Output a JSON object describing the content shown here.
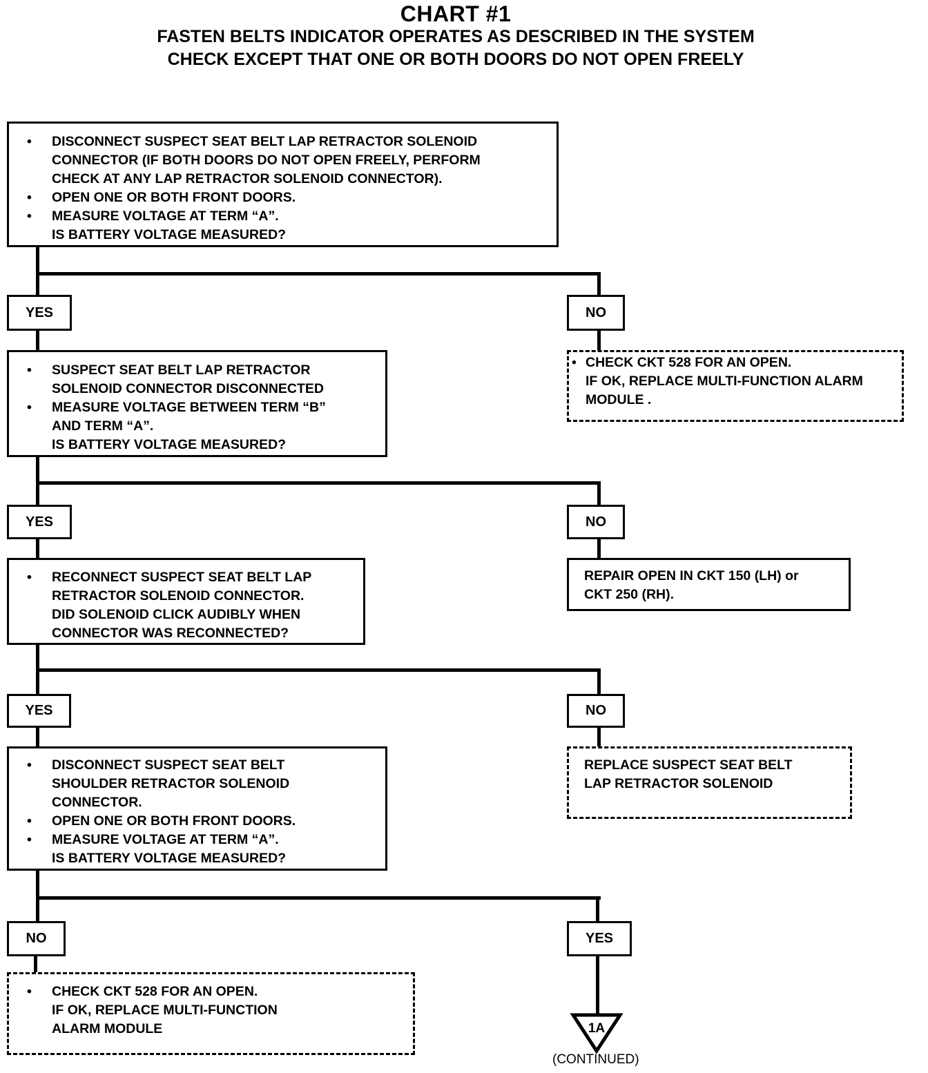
{
  "header": {
    "title": "CHART #1",
    "subtitle_line1": "FASTEN BELTS INDICATOR OPERATES AS DESCRIBED IN THE SYSTEM",
    "subtitle_line2": "CHECK EXCEPT THAT ONE OR BOTH DOORS DO NOT OPEN FREELY"
  },
  "steps": {
    "step1": [
      {
        "bullet": "•",
        "text": "DISCONNECT SUSPECT SEAT BELT LAP RETRACTOR SOLENOID"
      },
      {
        "bullet": "",
        "text": "CONNECTOR (IF BOTH DOORS DO NOT OPEN FREELY, PERFORM"
      },
      {
        "bullet": "",
        "text": "CHECK AT ANY LAP RETRACTOR SOLENOID CONNECTOR)."
      },
      {
        "bullet": "•",
        "text": "OPEN ONE OR BOTH FRONT DOORS."
      },
      {
        "bullet": "•",
        "text": "MEASURE VOLTAGE AT TERM “A”."
      },
      {
        "bullet": "",
        "text": "IS BATTERY VOLTAGE MEASURED?"
      }
    ],
    "step2": [
      {
        "bullet": "•",
        "text": "SUSPECT SEAT BELT LAP RETRACTOR"
      },
      {
        "bullet": "",
        "text": "SOLENOID CONNECTOR DISCONNECTED"
      },
      {
        "bullet": "•",
        "text": "MEASURE VOLTAGE BETWEEN TERM “B”"
      },
      {
        "bullet": "",
        "text": "AND TERM “A”."
      },
      {
        "bullet": "",
        "text": "IS BATTERY VOLTAGE MEASURED?"
      }
    ],
    "step3": [
      {
        "bullet": "•",
        "text": "RECONNECT SUSPECT SEAT BELT LAP"
      },
      {
        "bullet": "",
        "text": "RETRACTOR SOLENOID CONNECTOR."
      },
      {
        "bullet": "",
        "text": "DID SOLENOID CLICK AUDIBLY WHEN"
      },
      {
        "bullet": "",
        "text": "CONNECTOR WAS RECONNECTED?"
      }
    ],
    "step4": [
      {
        "bullet": "•",
        "text": "DISCONNECT SUSPECT SEAT BELT"
      },
      {
        "bullet": "",
        "text": "SHOULDER RETRACTOR SOLENOID"
      },
      {
        "bullet": "",
        "text": "CONNECTOR."
      },
      {
        "bullet": "•",
        "text": "OPEN ONE OR BOTH FRONT DOORS."
      },
      {
        "bullet": "•",
        "text": "MEASURE VOLTAGE AT TERM “A”."
      },
      {
        "bullet": "",
        "text": "IS BATTERY VOLTAGE MEASURED?"
      }
    ]
  },
  "results": {
    "result1": [
      {
        "bullet": "•",
        "text": "CHECK CKT 528 FOR AN OPEN."
      },
      {
        "bullet": "",
        "text": "IF OK, REPLACE MULTI-FUNCTION ALARM"
      },
      {
        "bullet": "",
        "text": "MODULE ."
      }
    ],
    "result2": [
      {
        "bullet": "",
        "text": "REPAIR OPEN IN CKT 150 (LH) or"
      },
      {
        "bullet": "",
        "text": "CKT 250 (RH)."
      }
    ],
    "result3": [
      {
        "bullet": "",
        "text": "REPLACE SUSPECT SEAT BELT"
      },
      {
        "bullet": "",
        "text": "LAP RETRACTOR SOLENOID"
      }
    ],
    "result4": [
      {
        "bullet": "•",
        "text": "CHECK CKT 528 FOR AN OPEN."
      },
      {
        "bullet": "",
        "text": "IF OK, REPLACE MULTI-FUNCTION"
      },
      {
        "bullet": "",
        "text": "ALARM MODULE"
      }
    ]
  },
  "branch_labels": {
    "yes": "YES",
    "no": "NO"
  },
  "connector": {
    "label": "1A",
    "caption": "(CONTINUED)"
  }
}
